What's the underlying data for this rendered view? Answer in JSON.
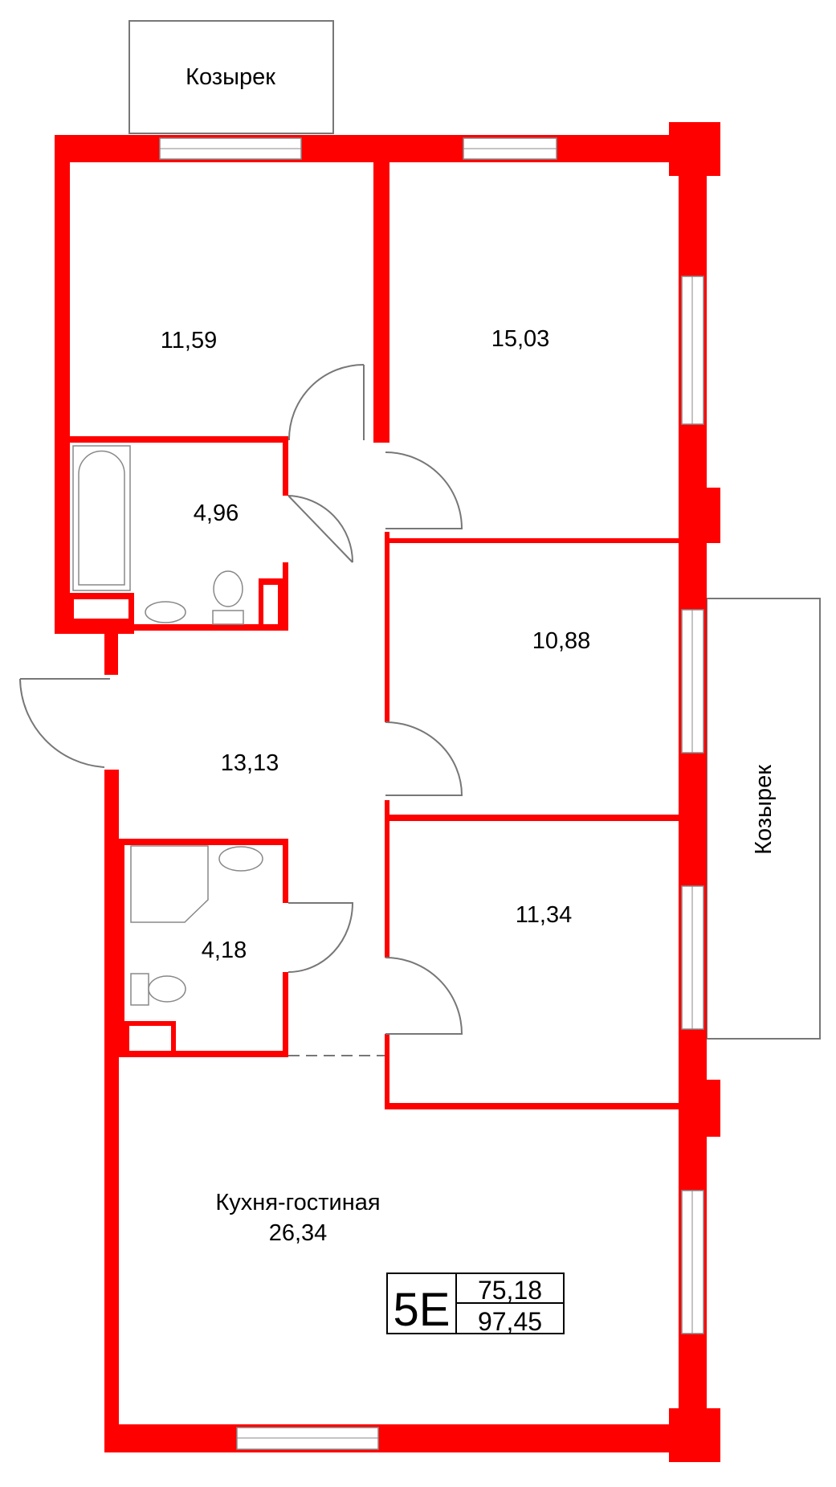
{
  "colors": {
    "wall": "#ff0000",
    "line": "#777777",
    "text": "#000000"
  },
  "canopies": {
    "top": "Козырек",
    "right": "Козырек"
  },
  "rooms": {
    "bedroom_1": "11,59",
    "bedroom_2": "15,03",
    "bathroom_1": "4,96",
    "bedroom_3": "10,88",
    "hallway": "13,13",
    "bedroom_4": "11,34",
    "bathroom_2": "4,18",
    "kitchen_living_name": "Кухня-гостиная",
    "kitchen_living_area": "26,34"
  },
  "apartment": {
    "type": "5E",
    "living_area": "75,18",
    "total_area": "97,45"
  }
}
